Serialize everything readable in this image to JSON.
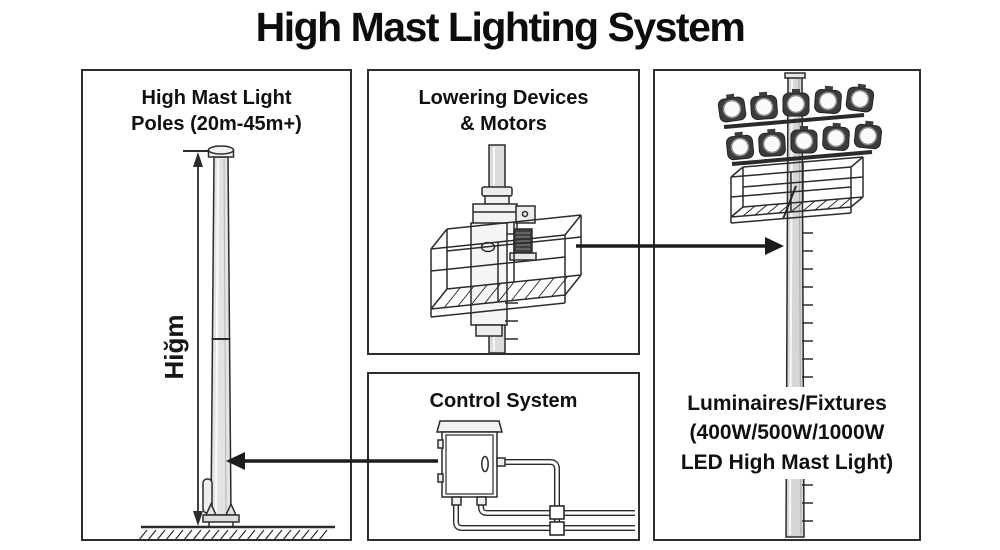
{
  "title": "High Mast Lighting System",
  "panels": {
    "poles": {
      "heading1": "High Mast Light",
      "heading2": "Poles (20m-45m+)",
      "height_label": "Hiğm"
    },
    "lowering": {
      "heading1": "Lowering Devices",
      "heading2": "& Motors"
    },
    "control": {
      "heading": "Control System"
    },
    "luminaires": {
      "caption1": "Luminaires/Fixtures",
      "caption2": "(400W/500W/1000W",
      "caption3": "LED High Mast Light)"
    }
  },
  "colors": {
    "line": "#2b2b2b",
    "pole_fill": "#d9d9d9",
    "motor_fill": "#3f3f3f",
    "background": "#ffffff"
  }
}
